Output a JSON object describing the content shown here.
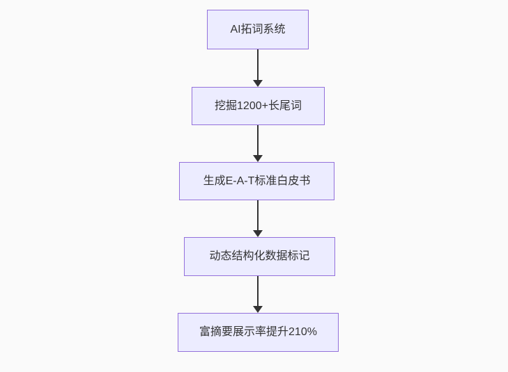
{
  "flowchart": {
    "direction": "top-down",
    "nodes": [
      {
        "id": "A",
        "label": "AI拓词系统"
      },
      {
        "id": "B",
        "label": "挖掘1200+长尾词"
      },
      {
        "id": "C",
        "label": "生成E-A-T标准白皮书"
      },
      {
        "id": "D",
        "label": "动态结构化数据标记"
      },
      {
        "id": "E",
        "label": "富摘要展示率提升210%"
      }
    ],
    "edges": [
      {
        "from": "A",
        "to": "B"
      },
      {
        "from": "B",
        "to": "C"
      },
      {
        "from": "C",
        "to": "D"
      },
      {
        "from": "D",
        "to": "E"
      }
    ]
  },
  "colors": {
    "background": "#fafafa",
    "node_fill": "#ececff",
    "node_border": "#9370db",
    "node_text": "#333333",
    "edge": "#333333"
  }
}
